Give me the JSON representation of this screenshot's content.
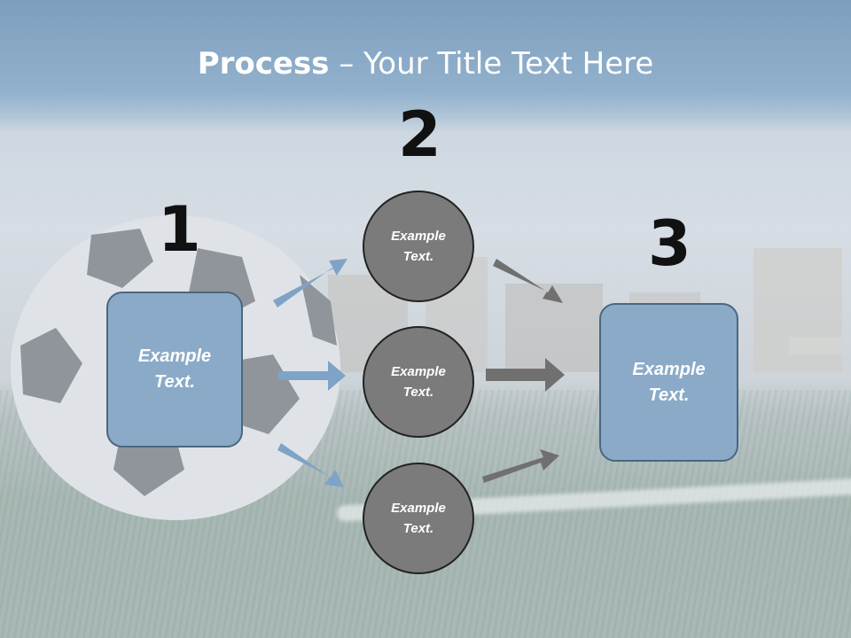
{
  "title": {
    "bold": "Process",
    "rest": " – Your Title Text Here"
  },
  "steps": {
    "one": "1",
    "two": "2",
    "three": "3"
  },
  "left_box": {
    "text": "Example\nText."
  },
  "circles": [
    {
      "text": "Example\nText."
    },
    {
      "text": "Example\nText."
    },
    {
      "text": "Example\nText."
    }
  ],
  "right_box": {
    "text": "Example\nText."
  },
  "colors": {
    "box_fill": "#8aaac8",
    "box_border": "#4a6780",
    "circle_fill": "#7b7b7b",
    "blue_arrow": "#7fa3c7",
    "gray_arrow": "#707070"
  }
}
